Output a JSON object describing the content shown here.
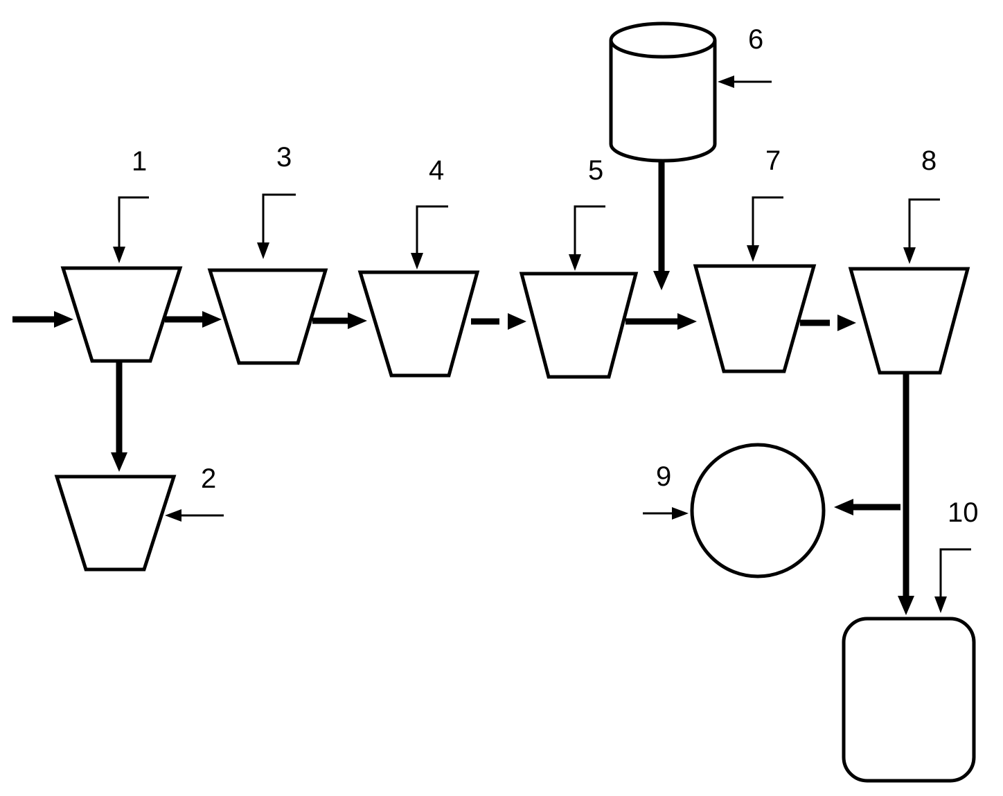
{
  "diagram": {
    "labels": {
      "n1": "1",
      "n2": "2",
      "n3": "3",
      "n4": "4",
      "n5": "5",
      "n6": "6",
      "n7": "7",
      "n8": "8",
      "n9": "9",
      "n10": "10"
    },
    "colors": {
      "stroke": "#000000",
      "background": "#ffffff"
    }
  }
}
